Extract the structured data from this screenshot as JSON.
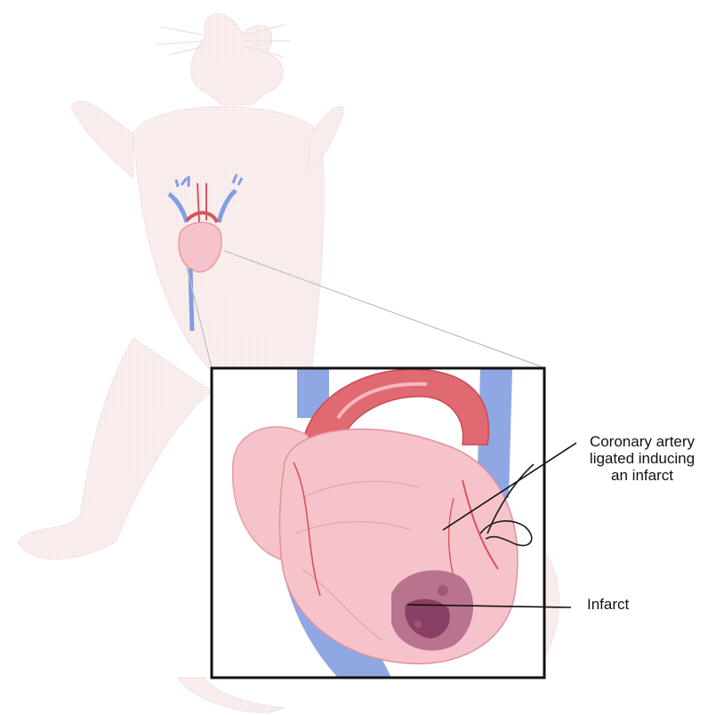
{
  "colors": {
    "body_outline": "#f3dede",
    "artery_red": "#d9535a",
    "vein_blue": "#7f9fe0",
    "heart_pink": "#f6c3cb",
    "infarct": "#8a3f64",
    "frame": "#111111"
  },
  "labels": {
    "coronary_line1": "Coronary artery",
    "coronary_line2": "ligated inducing",
    "coronary_line3": "an infarct",
    "infarct": "Infarct"
  }
}
